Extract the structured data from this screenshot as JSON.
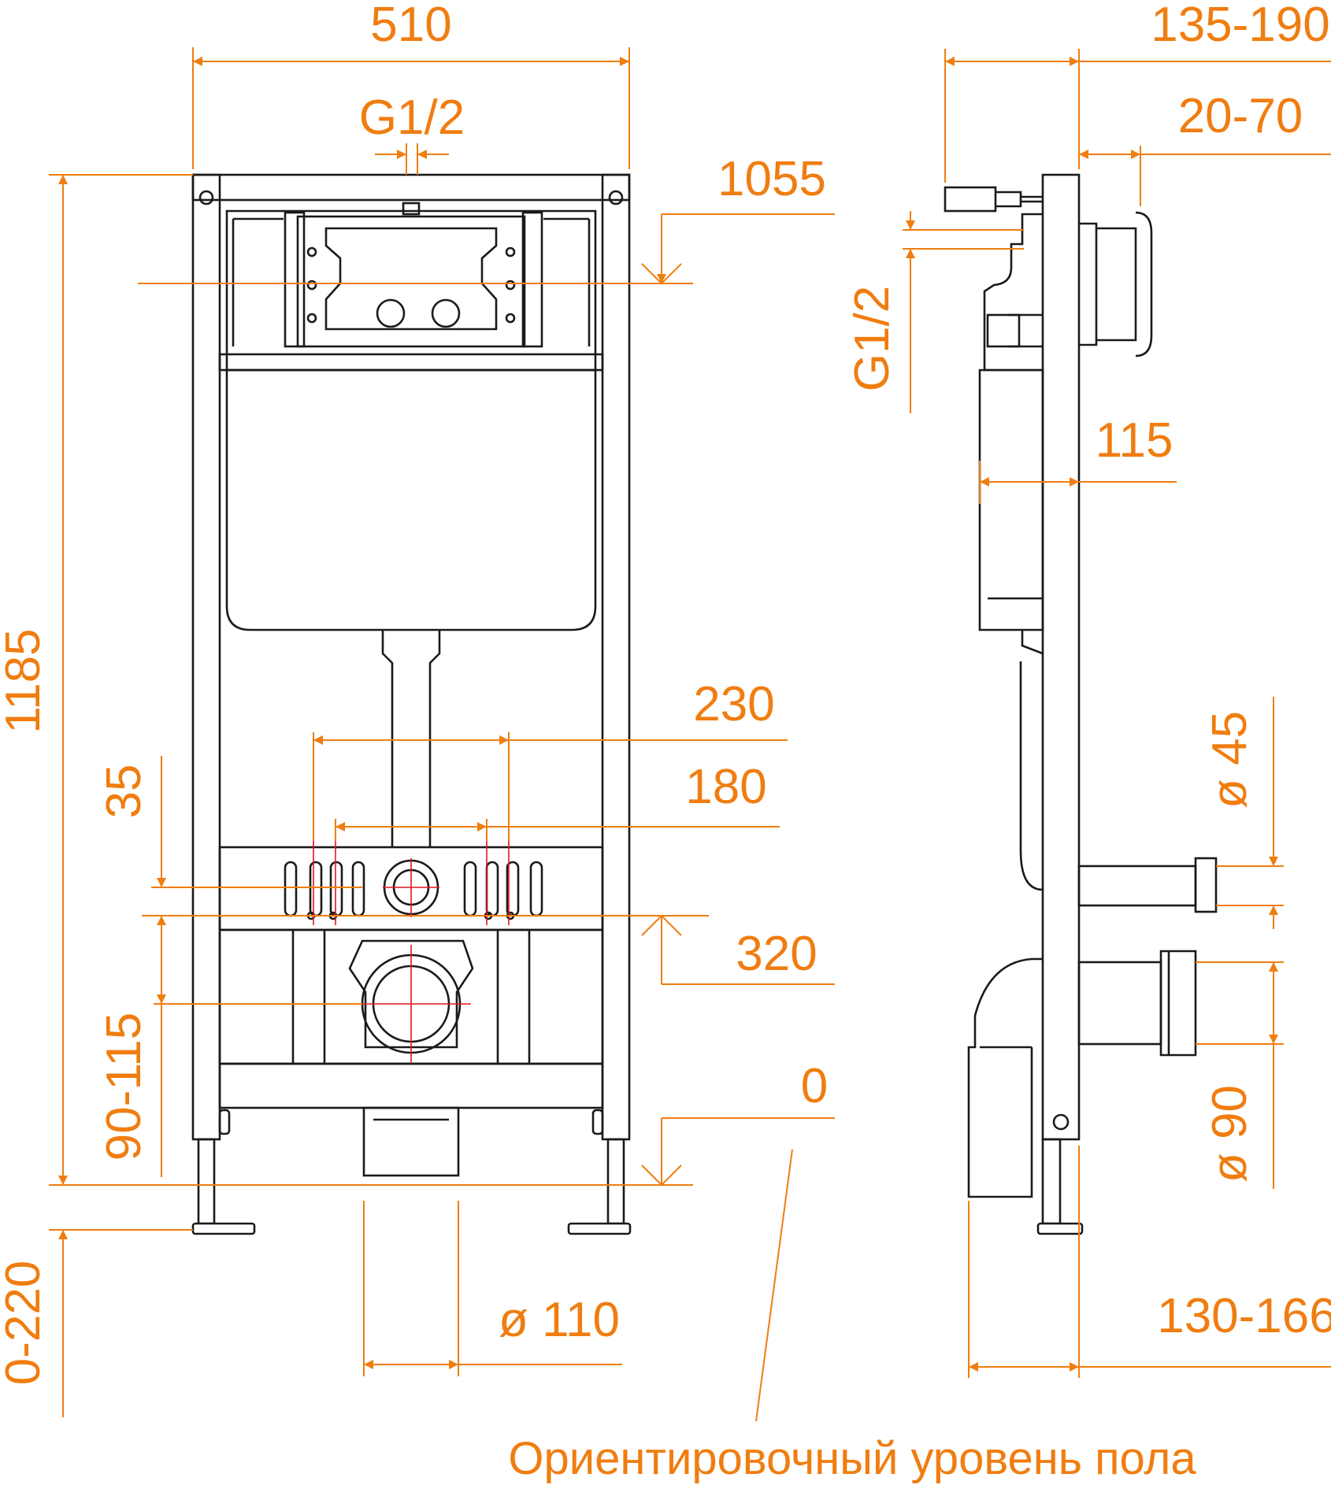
{
  "colors": {
    "dimension": "#f07d10",
    "drawing": "#1a1a1a",
    "axis": "#e0161c"
  },
  "front_view": {
    "width_total": "510",
    "supply_thread": "G1/2",
    "supply_height": "1055",
    "bolt_spacing_outer": "230",
    "bolt_spacing_inner": "180",
    "slot_offset": "35",
    "drain_axis_height": "320",
    "floor_zero": "0",
    "drain_range": "90-115",
    "frame_height": "1185",
    "leg_adjust": "0-220",
    "outlet_diameter": "ø 110"
  },
  "side_view": {
    "depth_range": "135-190",
    "button_depth": "20-70",
    "supply_thread": "G1/2",
    "cistern_depth": "115",
    "flush_pipe_diameter": "ø 45",
    "drain_pipe_diameter": "ø 90",
    "floor_depth_range": "130-166"
  },
  "caption": "Ориентировочный уровень пола"
}
